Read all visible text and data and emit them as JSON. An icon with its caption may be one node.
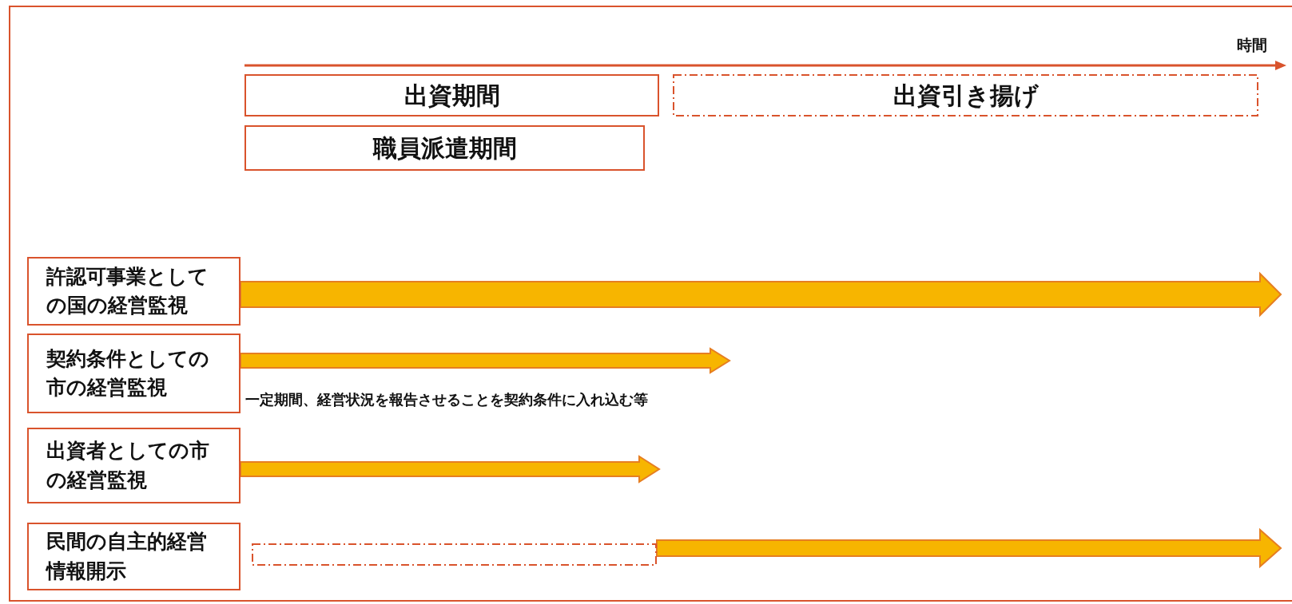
{
  "diagram": {
    "nodes": [
      {
        "text": [
          "出資期間"
        ]
      },
      {
        "text": [
          "出資引き揚げ"
        ]
      },
      {
        "text": [
          "職員派遣期間"
        ]
      },
      {
        "text": [
          "許認可事業としての国の経営監視"
        ]
      },
      {
        "text": [
          "契約条件としての市の経営監視"
        ]
      },
      {
        "text": [
          "出資者としての市の経営監視"
        ]
      },
      {
        "text": [
          "民間の自主的経営情報開示"
        ]
      },
      {
        "text": [],
        "shape": "box"
      }
    ],
    "edges": [
      {
        "from": 3,
        "to": null,
        "arrow": "to"
      },
      {
        "from": 4,
        "to": null,
        "arrow": "to"
      },
      {
        "from": 5,
        "to": null,
        "arrow": "to"
      },
      {
        "from": 7,
        "to": null,
        "arrow": "to"
      }
    ],
    "labels": [
      "時間",
      "一定期間、経営状況を報告させることを契約条件に入れ込む等"
    ]
  }
}
